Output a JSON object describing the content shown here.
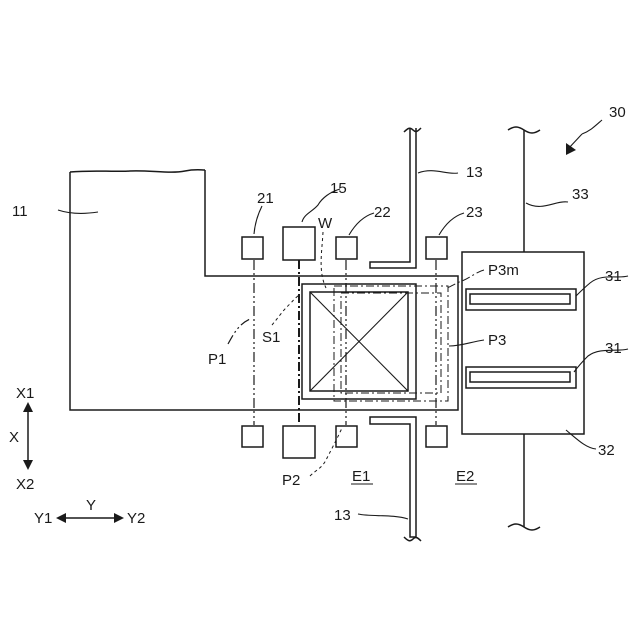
{
  "labels": {
    "fig_ref": "30",
    "block_11": "11",
    "member_13_top": "13",
    "member_13_bottom": "13",
    "sensor_15": "15",
    "sensor_21": "21",
    "sensor_22": "22",
    "sensor_23": "23",
    "workpiece": "W",
    "position_p3m": "P3m",
    "position_p3": "P3",
    "position_p1": "P1",
    "position_s1": "S1",
    "position_p2": "P2",
    "robot_33": "33",
    "finger_31_top": "31",
    "finger_31_bottom": "31",
    "hand_32": "32",
    "area_e1": "E1",
    "area_e2": "E2"
  },
  "axes": {
    "x1": "X1",
    "x": "X",
    "x2": "X2",
    "y1": "Y1",
    "y": "Y",
    "y2": "Y2"
  }
}
